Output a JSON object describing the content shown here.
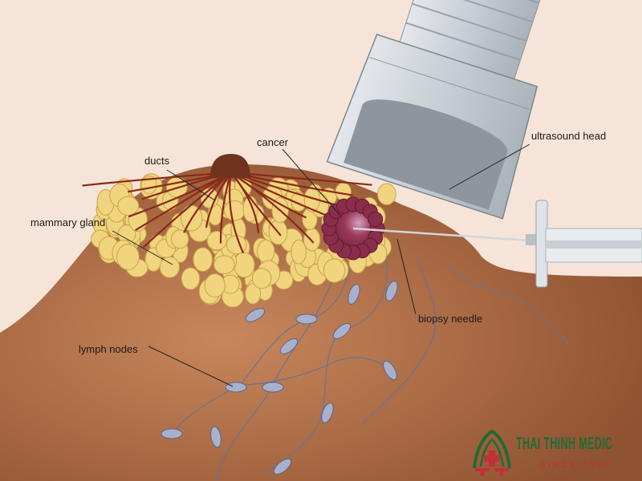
{
  "labels": {
    "ducts": "ducts",
    "cancer": "cancer",
    "ultrasound_head": "ultrasound head",
    "mammary_gland": "mammary gland",
    "biopsy_needle": "biopsy needle",
    "lymph_nodes": "lymph nodes"
  },
  "logo": {
    "name": "THAI THINH MEDIC",
    "since": "SINCE 1998"
  },
  "colors": {
    "background": "#f7e4d8",
    "skin": "#9c5c37",
    "gland": "#f0d27a",
    "cancer": "#8a2d4a",
    "probe": "#c9d0d6",
    "lymph": "#a9b0cc",
    "logo_green": "#1f6b37",
    "logo_red": "#c0303a"
  }
}
